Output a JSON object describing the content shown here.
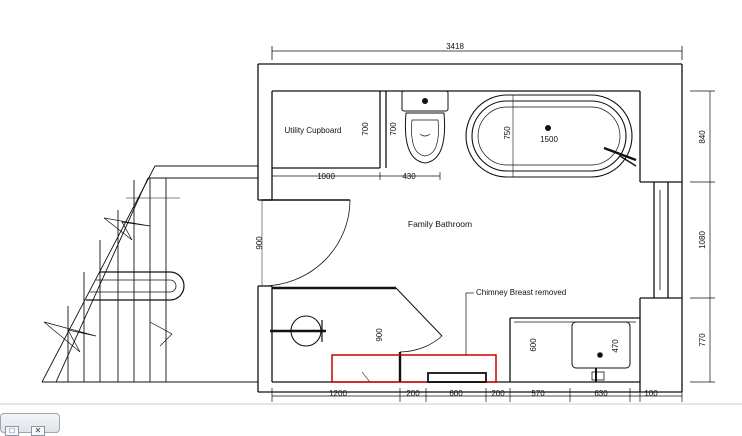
{
  "plan": {
    "overall_width": "3418",
    "labels": {
      "utility": "Utility Cupboard",
      "family": "Family Bathroom",
      "chimney": "Chimney Breast removed",
      "bath_len": "1500"
    },
    "dims": {
      "cupboard_h": "700",
      "wc_h": "700",
      "bath_h": "750",
      "r_top": "840",
      "r_mid": "1080",
      "r_bot": "770",
      "door_w": "900",
      "shower_h": "900",
      "vanity_h": "600",
      "basin_w": "470",
      "b1000": "1000",
      "b430": "430",
      "b1200": "1200",
      "b200a": "200",
      "b600": "600",
      "b200b": "200",
      "b570": "570",
      "b630": "630",
      "b100": "100"
    },
    "colors": {
      "chimney_outline": "#cc0000"
    }
  },
  "window_controls": {
    "btn1": "□",
    "btn2": "✕"
  }
}
